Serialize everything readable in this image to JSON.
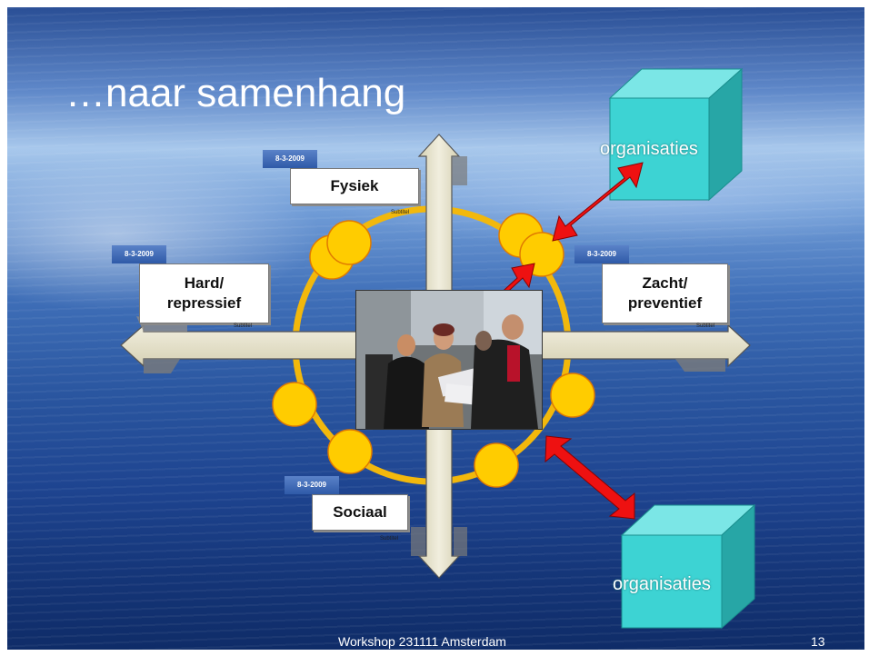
{
  "slide": {
    "title": "…naar samenhang",
    "footer": "Workshop 231111 Amsterdam",
    "page_number": "13"
  },
  "axes": {
    "top": {
      "label": "Fysiek",
      "date": "8-3-2009",
      "subtitle": "Subtitel"
    },
    "left": {
      "label_line1": "Hard/",
      "label_line2": "repressief",
      "date": "8-3-2009",
      "subtitle": "Subtitel"
    },
    "right": {
      "label_line1": "Zacht/",
      "label_line2": "preventief",
      "date": "8-3-2009",
      "subtitle": "Subtitel"
    },
    "bottom": {
      "label": "Sociaal",
      "date": "8-3-2009",
      "subtitle": "Subtitel"
    }
  },
  "boxes": {
    "top_right": "organisaties",
    "bottom_right": "organisaties"
  },
  "colors": {
    "ring": "#F2B80C",
    "node_fill": "#FFCC00",
    "node_stroke": "#E07A00",
    "arrow_red": "#EE1111",
    "cube_front": "#3DD3D3",
    "axis_fill": "#E7E3CC"
  }
}
